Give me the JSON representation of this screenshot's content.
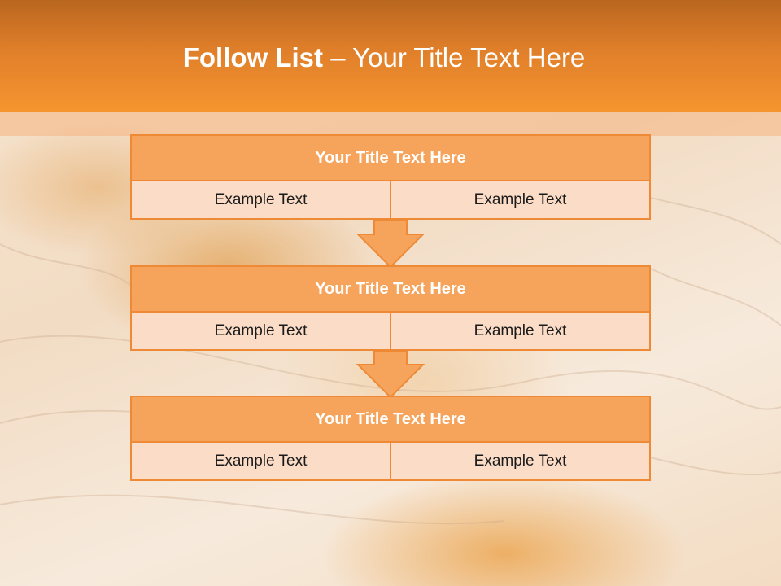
{
  "slide": {
    "title_bold": "Follow List",
    "title_rest": " – Your Title Text Here",
    "colors": {
      "header": "#f4952f",
      "block_title": "#f6a45c",
      "block_cell": "#fbdcc6",
      "border": "#ee8a35"
    }
  },
  "blocks": [
    {
      "title": "Your Title Text Here",
      "left": "Example Text",
      "right": "Example Text"
    },
    {
      "title": "Your Title Text Here",
      "left": "Example Text",
      "right": "Example Text"
    },
    {
      "title": "Your Title Text Here",
      "left": "Example Text",
      "right": "Example Text"
    }
  ],
  "arrows": [
    {
      "icon": "arrow-down-icon"
    },
    {
      "icon": "arrow-down-icon"
    }
  ]
}
